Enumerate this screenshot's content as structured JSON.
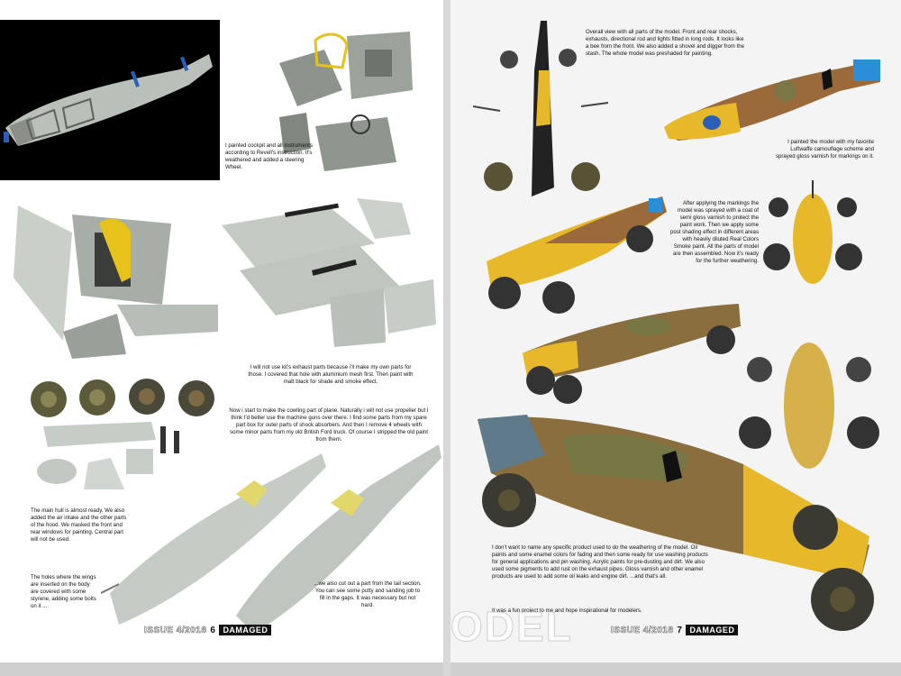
{
  "magazine": {
    "issue_label": "ISSUE 4/2018",
    "brand": "DAMAGED",
    "watermark": "ODEL"
  },
  "left_page": {
    "page_number": "6",
    "captions": [
      "I painted cockpit and all instruments according to Revell's instruction. It's weathered and added a steering Wheel.",
      "I will not use kit's exhaust parts because i'll make my own parts for those. I covered that hole with aluminium mesh first. Then paint with matt black for shade and smoke effect.",
      "Now i start to make the cowling part of plane. Naturally i will not use propeller but I think I'd better use the machine guns over there. I find some parts from my spare part box for outer parts of shock absorbers. And then I remove 4 wheels with some minor parts from my old British Ford truck. Of course I stripped the old paint from them.",
      "The main hull is almost ready. We also added the air intake and the other parts of the hood. We masked the front and rear windows for painting. Central part will not be used.",
      "The holes where the wings are inserted on the body are covered with some styrene, adding some bolts on it ...",
      "...we also cut out a part from the tail section. You can see some putty and sanding job to fill in the gaps. It was necessary but not hard."
    ]
  },
  "right_page": {
    "page_number": "7",
    "captions": [
      "Overall view with all parts of the model. Front and rear shocks, exhausts, directional rod and lights fitted in long rods. It looks like a  bee from the  front. We also added a shovel and digger from the stash. The whole model was preshaded for painting.",
      "I painted the model with my favorite Luftwaffe camouflage scheme and sprayed gloss varnish for markings on it.",
      "After applying the markings the model was sprayed with a coat of semi gloss varnish to protect the paint work. Then we apply some post shading effect in different areas with heavily diluted Real Colors Smoke paint. All the parts of model are then assembled. Now it's ready for the further weathering.",
      "I don't want to name any specific product used to do the weathering of the model. Oil paints and some enamel colors for fading and then some ready for use washing products for general applications and pin washing. Acrylic paints for pre-dusting and dirt. We also used some pigments to add rust on the exhaust pipes. Gloss varnish and other enamel products are used to add some oil leaks and engine dirt. ...and that's all.",
      "It was a fun project to me and hope inspirational for modelers."
    ]
  },
  "colors": {
    "primer_grey": "#c9d1c9",
    "luftwaffe_yellow": "#e6b82a",
    "camo_brown": "#9a6a3a",
    "camo_green": "#6f7a4a",
    "blue_stripe": "#2a5fb8"
  }
}
